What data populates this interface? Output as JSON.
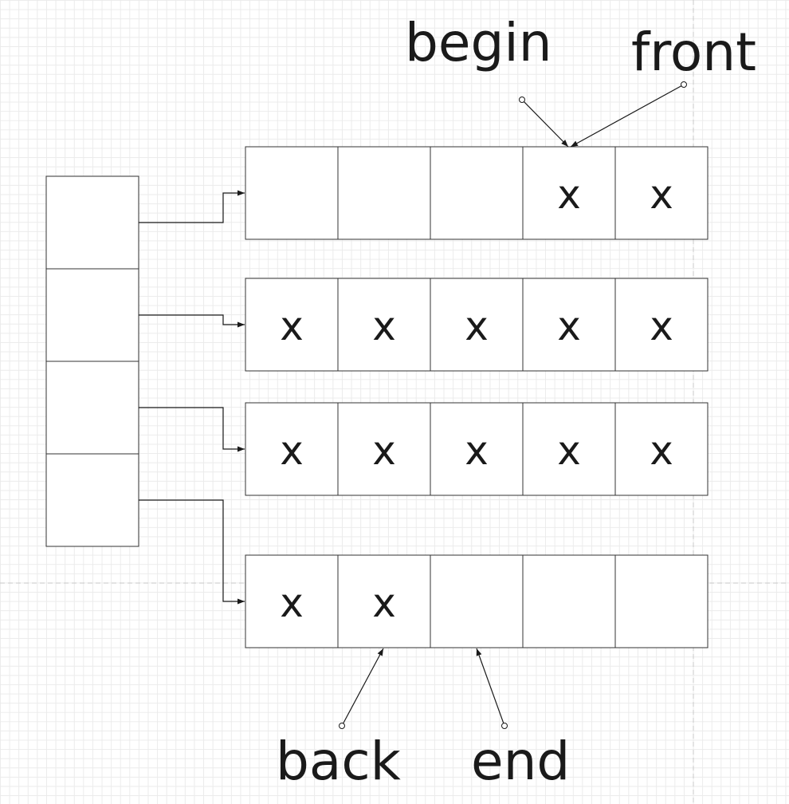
{
  "labels": {
    "begin": "begin",
    "front": "front",
    "back": "back",
    "end": "end"
  },
  "map_slots": 4,
  "blocks": [
    [
      "",
      "",
      "",
      "x",
      "x"
    ],
    [
      "x",
      "x",
      "x",
      "x",
      "x"
    ],
    [
      "x",
      "x",
      "x",
      "x",
      "x"
    ],
    [
      "x",
      "x",
      "",
      "",
      ""
    ]
  ],
  "pointers": {
    "begin": {
      "block": 0,
      "cell": 3
    },
    "front": {
      "block": 0,
      "cell": 3
    },
    "back": {
      "block": 3,
      "cell": 1
    },
    "end": {
      "block": 3,
      "cell": 2
    }
  },
  "colors": {
    "stroke": "#333333",
    "grid": "#ebebeb",
    "text": "#1a1a1a"
  }
}
